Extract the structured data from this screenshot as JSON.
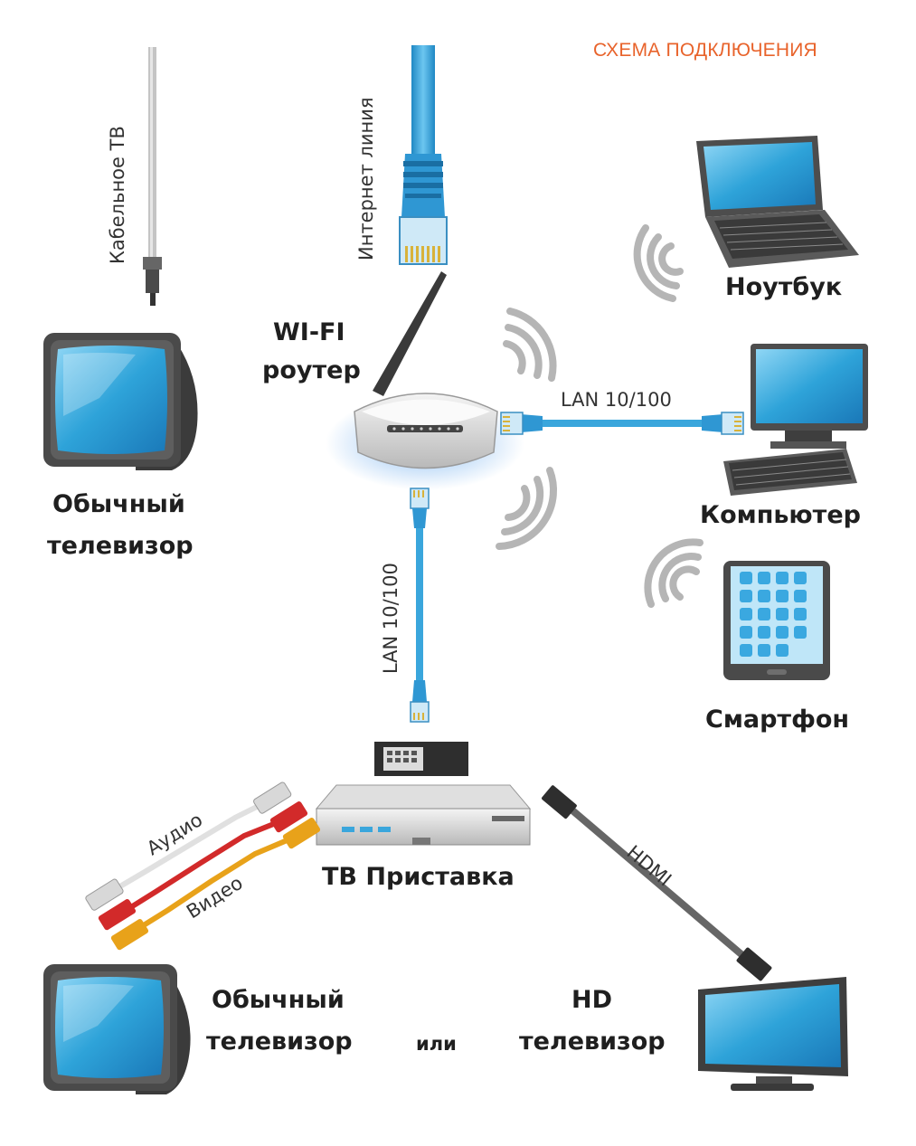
{
  "title": "СХЕМА ПОДКЛЮЧЕНИЯ",
  "cables": {
    "cable_tv": "Кабельное ТВ",
    "internet_line": "Интернет линия",
    "lan_horizontal": "LAN 10/100",
    "lan_vertical": "LAN 10/100",
    "audio": "Аудио",
    "video": "Видео",
    "hdmi": "HDMI"
  },
  "devices": {
    "router_line1": "WI-FI",
    "router_line2": "роутер",
    "tv_top_line1": "Обычный",
    "tv_top_line2": "телевизор",
    "laptop": "Ноутбук",
    "computer": "Компьютер",
    "smartphone": "Смартфон",
    "settop_box": "ТВ Приставка",
    "tv_bottom_left_line1": "Обычный",
    "tv_bottom_left_line2": "телевизор",
    "or_word": "или",
    "hd_tv_line1": "HD",
    "hd_tv_line2": "телевизор"
  },
  "colors": {
    "accent": "#e8632b",
    "cable_blue": "#3aa6dc",
    "screen_blue": "#2ea3d9",
    "device_gray": "#555555",
    "wifi_gray": "#b5b5b5",
    "audio_red": "#d22a2a",
    "video_yellow": "#e8a21a"
  },
  "icons": [
    "cable-tv-connector-icon",
    "ethernet-plug-icon",
    "crt-tv-icon",
    "router-icon",
    "wifi-waves-icon",
    "laptop-icon",
    "desktop-computer-icon",
    "smartphone-icon",
    "settop-box-icon",
    "rca-cable-icon",
    "hdmi-cable-icon",
    "flat-tv-icon"
  ]
}
